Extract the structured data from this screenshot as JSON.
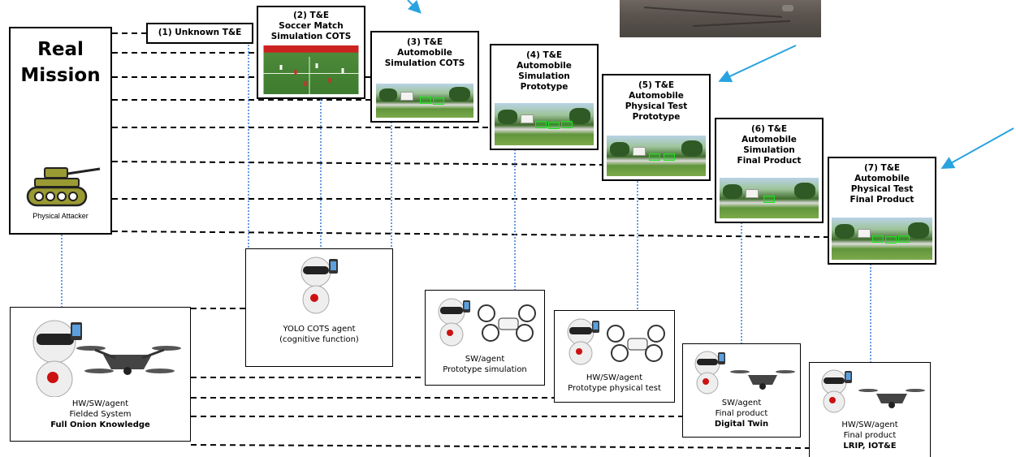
{
  "real_mission": {
    "title_line1": "Real",
    "title_line2": "Mission",
    "attacker_caption": "Physical Attacker"
  },
  "te_boxes": [
    {
      "line1": "(1) Unknown T&E"
    },
    {
      "line1": "(2) T&E",
      "line2": "Soccer Match",
      "line3": "Simulation COTS"
    },
    {
      "line1": "(3) T&E",
      "line2": "Automobile",
      "line3": "Simulation COTS"
    },
    {
      "line1": "(4) T&E",
      "line2": "Automobile",
      "line3": "Simulation",
      "line4": "Prototype"
    },
    {
      "line1": "(5) T&E",
      "line2": "Automobile",
      "line3": "Physical Test",
      "line4": "Prototype"
    },
    {
      "line1": "(6) T&E",
      "line2": "Automobile",
      "line3": "Simulation",
      "line4": "Final Product"
    },
    {
      "line1": "(7) T&E",
      "line2": "Automobile",
      "line3": "Physical Test",
      "line4": "Final Product"
    }
  ],
  "agents": [
    {
      "line1": "HW/SW/agent",
      "line2": "Fielded System",
      "line3": "Full Onion Knowledge"
    },
    {
      "line1": "YOLO COTS agent",
      "line2": "(cognitive function)"
    },
    {
      "line1": "SW/agent",
      "line2": "Prototype simulation"
    },
    {
      "line1": "HW/SW/agent",
      "line2": "Prototype physical test"
    },
    {
      "line1": "SW/agent",
      "line2": "Final product",
      "line3": "Digital Twin"
    },
    {
      "line1": "HW/SW/agent",
      "line2": "Final product",
      "line3": "LRIP, IOT&E"
    }
  ],
  "colors": {
    "arrow": "#29a3e0",
    "connector": "#3a7ad6",
    "tank": "#9a9a33",
    "border": "#000000"
  }
}
